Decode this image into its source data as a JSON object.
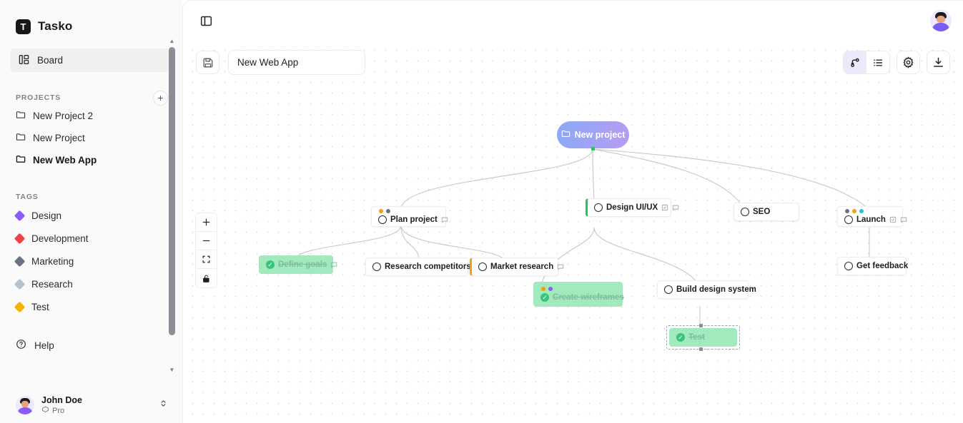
{
  "sidebar": {
    "brand": {
      "logo_text": "T",
      "name": "Tasko"
    },
    "nav": [
      {
        "label": "Board",
        "icon": "board-icon",
        "active": true
      }
    ],
    "projects_section": {
      "title": "PROJECTS",
      "add_label": "+"
    },
    "projects": [
      {
        "label": "New Project 2",
        "icon": "folder-icon",
        "current": false
      },
      {
        "label": "New Project",
        "icon": "folder-icon",
        "current": false
      },
      {
        "label": "New Web App",
        "icon": "folder-icon",
        "current": true
      }
    ],
    "tags_section": {
      "title": "TAGS"
    },
    "tags": [
      {
        "label": "Design",
        "color": "#8b5cf6"
      },
      {
        "label": "Development",
        "color": "#ef4444"
      },
      {
        "label": "Marketing",
        "color": "#6b7280"
      },
      {
        "label": "Research",
        "color": "#b6c2cc"
      },
      {
        "label": "Test",
        "color": "#f5b301"
      }
    ],
    "help": {
      "label": "Help",
      "icon": "question-circle-icon"
    },
    "user": {
      "name": "John Doe",
      "plan": "Pro",
      "plan_icon": "box-icon",
      "expand_icon": "chevron-up-down-icon"
    }
  },
  "topbar": {
    "panel_toggle_icon": "panel-left-icon",
    "avatar_icon": "user-avatar"
  },
  "toolbar": {
    "save_icon": "save-disk-icon",
    "title_value": "New Web App",
    "title_placeholder": "Untitled",
    "views": [
      {
        "name": "tree-view",
        "icon": "git-branch-icon",
        "active": true
      },
      {
        "name": "list-view",
        "icon": "list-icon",
        "active": false
      }
    ],
    "settings_icon": "gear-icon",
    "download_icon": "download-icon"
  },
  "canvas_controls": [
    {
      "name": "zoom-in",
      "icon": "plus-icon"
    },
    {
      "name": "zoom-out",
      "icon": "minus-icon"
    },
    {
      "name": "fit-view",
      "icon": "maximize-icon"
    },
    {
      "name": "lock-toggle",
      "icon": "unlock-icon"
    }
  ],
  "nodes": {
    "root": {
      "label": "New project",
      "icon": "folder-icon"
    },
    "plan": {
      "label": "Plan project",
      "done": false,
      "dots": [
        "#f59e0b",
        "#6b7280"
      ],
      "icons": [
        "comment-icon"
      ]
    },
    "design": {
      "label": "Design UI/UX",
      "done": false,
      "dots": [],
      "icons": [
        "checklist-icon",
        "comment-icon"
      ],
      "accent": "#22c55e"
    },
    "seo": {
      "label": "SEO",
      "done": false,
      "dots": [],
      "icons": []
    },
    "launch": {
      "label": "Launch",
      "done": false,
      "dots": [
        "#6b7280",
        "#f59e0b",
        "#22c3e0"
      ],
      "icons": [
        "checklist-icon",
        "comment-icon"
      ]
    },
    "goals": {
      "label": "Define goals",
      "done": true,
      "dots": [],
      "icons": [
        "comment-icon"
      ]
    },
    "research": {
      "label": "Research competitors",
      "done": false,
      "dots": [],
      "icons": []
    },
    "market": {
      "label": "Market research",
      "done": false,
      "dots": [],
      "icons": [
        "comment-icon"
      ],
      "accent": "#f59e0b"
    },
    "wireframes": {
      "label": "Create wireframes",
      "done": true,
      "dots": [
        "#f59e0b",
        "#8b5cf6"
      ],
      "icons": []
    },
    "buildds": {
      "label": "Build design system",
      "done": false,
      "dots": [],
      "icons": []
    },
    "test": {
      "label": "Test",
      "done": true,
      "dots": [],
      "icons": [],
      "selected": true
    },
    "feedback": {
      "label": "Get feedback",
      "done": false,
      "dots": [],
      "icons": []
    }
  }
}
